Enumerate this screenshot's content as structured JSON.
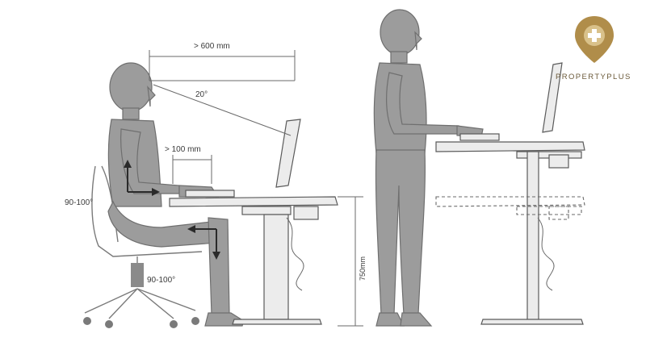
{
  "labels": {
    "eye_distance": "> 600 mm",
    "view_angle": "20°",
    "elbow_clearance": "> 100 mm",
    "hip_angle": "90-100°",
    "knee_angle": "90-100°",
    "desk_height": "750mm"
  },
  "brand": {
    "name": "PROPERTYPLUS",
    "logo_icon": "location-pin-plus-icon",
    "color": "#b08d4a"
  },
  "colors": {
    "figure": "#9c9c9c",
    "outline": "#6f6f6f",
    "desk": "#ececec"
  }
}
